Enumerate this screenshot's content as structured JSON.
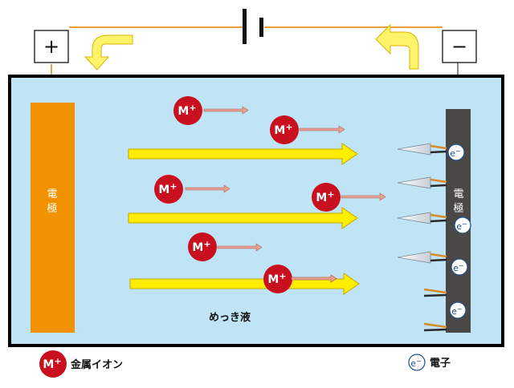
{
  "terminals": {
    "positive": "+",
    "negative": "−"
  },
  "electrodes": {
    "anode_label": "電極",
    "cathode_label": "電極"
  },
  "ion_symbol": "M",
  "ion_charge": "+",
  "electron_symbol": "e",
  "electron_charge": "−",
  "solution_label": "めっき液",
  "legend": {
    "ion_label": "金属イオン",
    "electron_label": "電子"
  },
  "colors": {
    "solution": "#bfe4f6",
    "anode": "#f39200",
    "cathode": "#4a4747",
    "ion": "#c8101e",
    "current_arrow": "#ffee00",
    "wire": "#e8a23a",
    "small_arrow": "#e8a090",
    "electron_border": "#1f4e8c"
  }
}
